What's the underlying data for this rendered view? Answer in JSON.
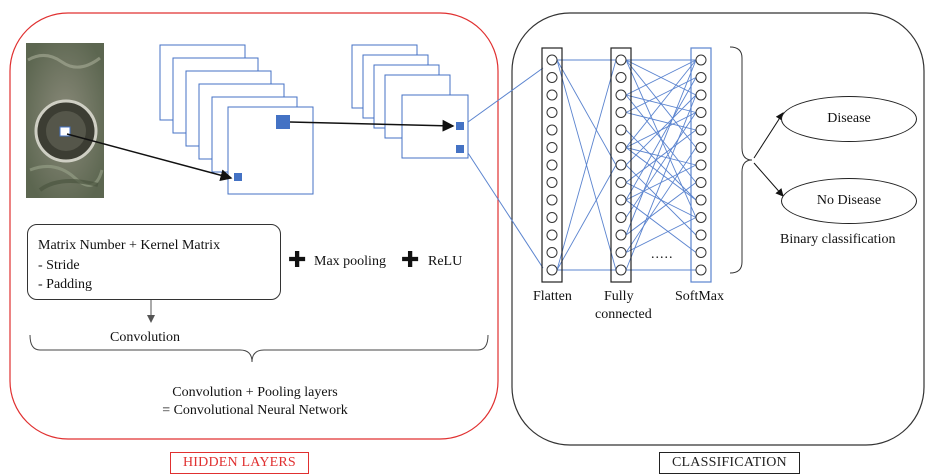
{
  "panels": {
    "hidden": {
      "label": "HIDDEN LAYERS",
      "color": "#e03030"
    },
    "classification": {
      "label": "CLASSIFICATION"
    }
  },
  "conv_box": {
    "line1": "Matrix Number  +  Kernel Matrix",
    "line2": "- Stride",
    "line3": "- Padding"
  },
  "ops": {
    "max_pooling": "Max pooling",
    "relu": "ReLU",
    "plus_symbol": "✚"
  },
  "convolution_label": "Convolution",
  "summary": {
    "line1": "Convolution + Pooling layers",
    "line2": "= Convolutional Neural Network"
  },
  "network": {
    "flatten": "Flatten",
    "fully_line1": "Fully",
    "fully_line2": "connected",
    "softmax": "SoftMax",
    "ellipsis": "....."
  },
  "outputs": {
    "disease": "Disease",
    "no_disease": "No Disease",
    "caption": "Binary classification"
  },
  "colors": {
    "accent_blue": "#4472c4",
    "line_blue": "#5b84cf",
    "hidden_border": "#e03030"
  }
}
